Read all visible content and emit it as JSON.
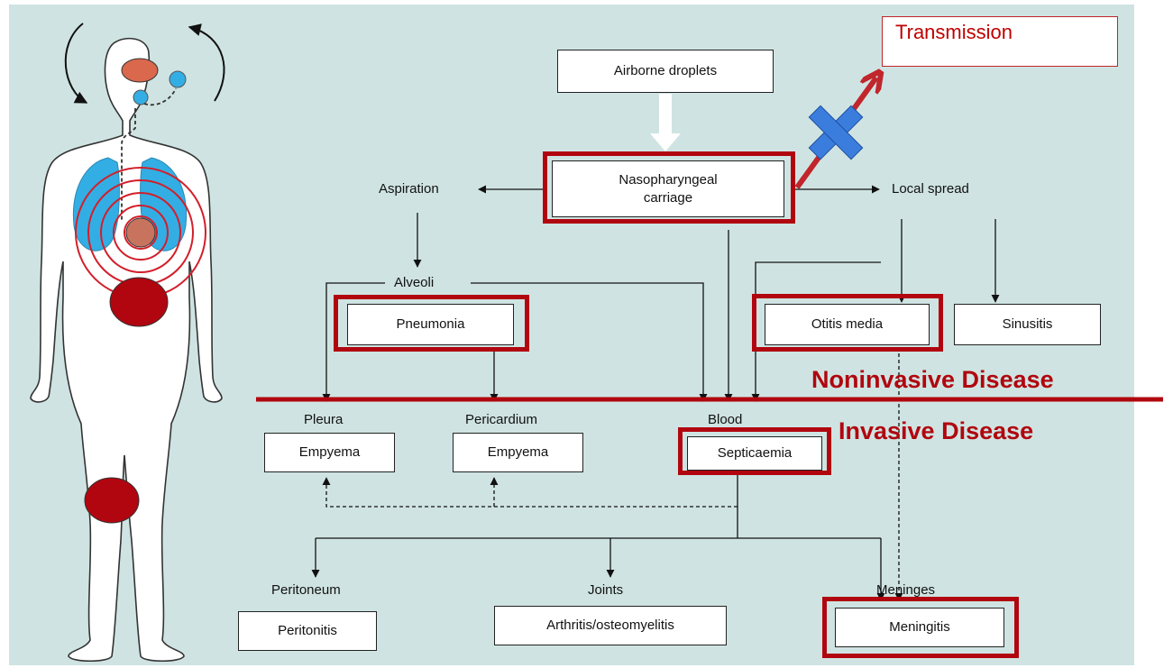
{
  "title": "Transmission",
  "nodes": {
    "airborne": "Airborne droplets",
    "nasopharyngeal": "Nasopharyngeal\ncarriage",
    "aspiration": "Aspiration",
    "local_spread": "Local spread",
    "alveoli": "Alveoli",
    "pneumonia": "Pneumonia",
    "otitis": "Otitis media",
    "sinusitis": "Sinusitis",
    "pleura": "Pleura",
    "pericardium": "Pericardium",
    "blood": "Blood",
    "empyema1": "Empyema",
    "empyema2": "Empyema",
    "septicaemia": "Septicaemia",
    "peritoneum": "Peritoneum",
    "joints": "Joints",
    "meninges": "Meninges",
    "peritonitis": "Peritonitis",
    "arthritis": "Arthritis/osteomyelitis",
    "meningitis": "Meningitis"
  },
  "annotations": {
    "noninvasive": "Noninvasive Disease",
    "invasive": "Invasive Disease"
  },
  "colors": {
    "background": "#cfe4e2",
    "highlight": "#b1060f",
    "organ_blue": "#33aee4",
    "blocked_marker": "#3b7ddd"
  }
}
